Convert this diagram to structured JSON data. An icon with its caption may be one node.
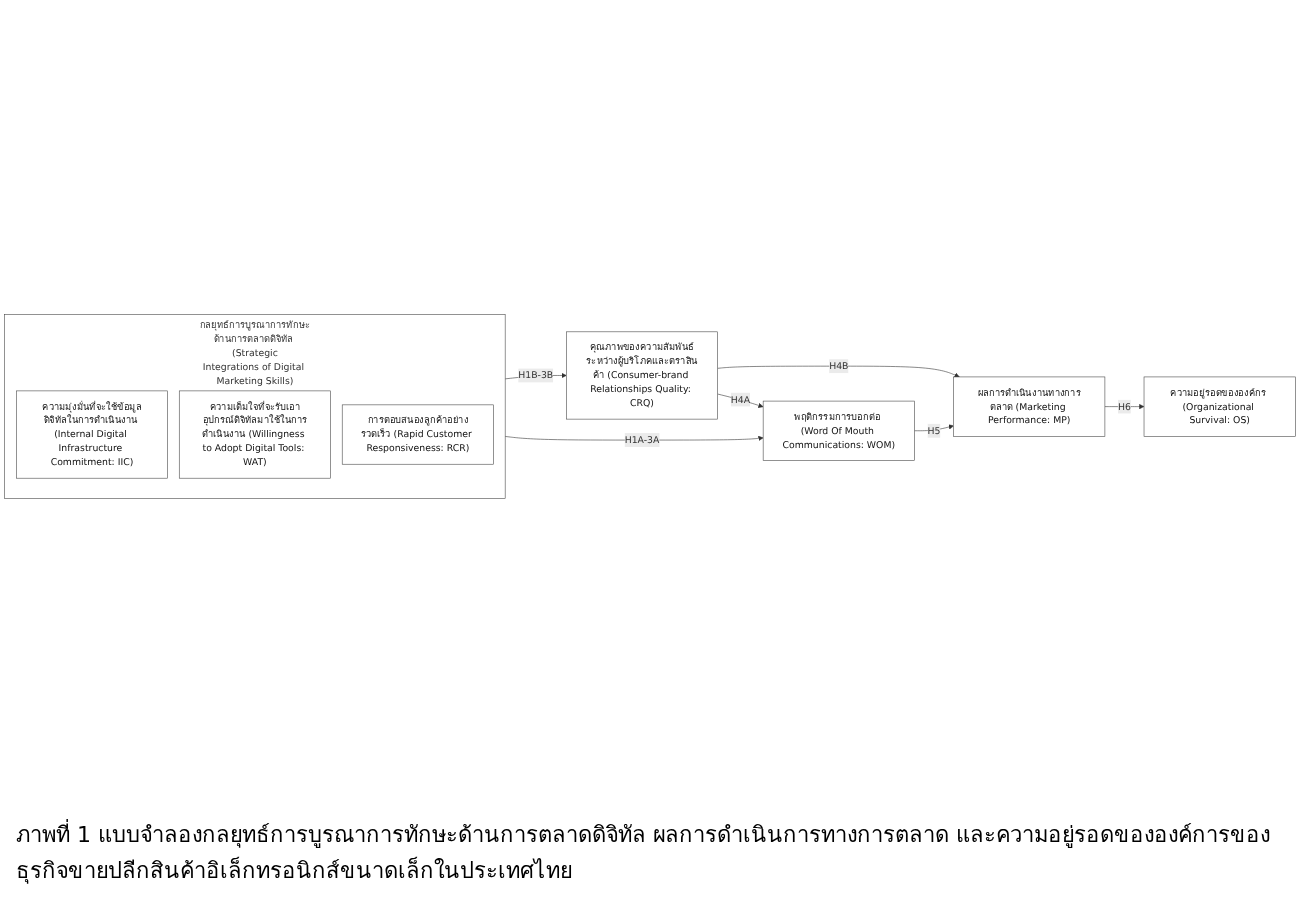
{
  "diagram": {
    "caption": "ภาพที่ 1 แบบจำลองกลยุทธ์การบูรณาการทักษะด้านการตลาดดิจิทัล ผลการดำเนินการทางการตลาด และความอยู่รอดขององค์การของธุรกิจขายปลีกสินค้าอิเล็กทรอนิกส์ขนาดเล็กในประเทศไทย",
    "nodes": [
      {
        "text": [
          "กลยุทธ์การบูรณาการทักษะด้านการตลาดดิจิทัล (Strategic Integrations of Digital Marketing Skills)"
        ]
      },
      {
        "text": [
          "ความมุ่งมั่นที่จะใช้ข้อมูลดิจิทัลในการดำเนินงาน (Internal Digital Infrastructure Commitment: IIC)"
        ],
        "in": 0
      },
      {
        "text": [
          "ความเต็มใจที่จะรับเอาอุปกรณ์ดิจิทัลมาใช้ในการดำเนินงาน (Willingness to Adopt Digital Tools: WAT)"
        ],
        "in": 0
      },
      {
        "text": [
          "การตอบสนองลูกค้าอย่างรวดเร็ว (Rapid Customer Responsiveness: RCR)"
        ],
        "in": 0
      },
      {
        "text": [
          "พฤติกรรมการบอกต่อ (Word Of Mouth Communications: WOM)"
        ]
      },
      {
        "text": [
          "ผลการดำเนินงานทางการตลาด (Marketing Performance: MP)"
        ]
      },
      {
        "text": [
          "คุณภาพของความสัมพันธ์ระหว่างผู้บริโภคและตราสินค้า (Consumer-brand Relationships Quality: CRQ)"
        ]
      },
      {
        "text": [
          "ความอยู่รอดขององค์กร (Organizational Survival: OS)"
        ]
      }
    ],
    "edges": [
      {
        "from": 0,
        "to": 4,
        "arrow": "to",
        "label": "H1A-3A"
      },
      {
        "from": 0,
        "to": 6,
        "arrow": "to",
        "label": "H1B-3B"
      },
      {
        "from": 6,
        "to": 4,
        "arrow": "to",
        "label": "H4A"
      },
      {
        "from": 6,
        "to": 5,
        "arrow": "to",
        "label": "H4B"
      },
      {
        "from": 4,
        "to": 5,
        "arrow": "to",
        "label": "H5"
      },
      {
        "from": 5,
        "to": 7,
        "arrow": "to",
        "label": "H6"
      }
    ]
  }
}
